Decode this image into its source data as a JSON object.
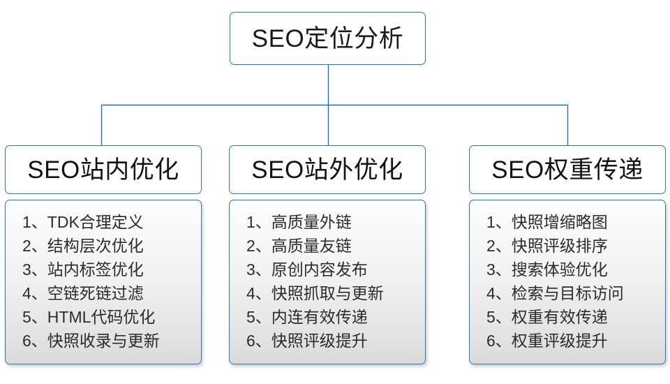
{
  "diagram": {
    "type": "org-tree",
    "root": {
      "title": "SEO定位分析"
    },
    "colors": {
      "border": "#2277c8",
      "connector": "#1f6fc0",
      "header_fill": "#ffffff",
      "body_fill_top": "#fdfdfd",
      "body_fill_bottom": "#dadada",
      "text": "#1a1a1a"
    },
    "branches": [
      {
        "header": "SEO站内优化",
        "items": [
          "1、TDK合理定义",
          "2、结构层次优化",
          "3、站内标签优化",
          "4、空链死链过滤",
          "5、HTML代码优化",
          "6、快照收录与更新"
        ]
      },
      {
        "header": "SEO站外优化",
        "items": [
          "1、高质量外链",
          "2、高质量友链",
          "3、原创内容发布",
          "4、快照抓取与更新",
          "5、内连有效传递",
          "6、快照评级提升"
        ]
      },
      {
        "header": "SEO权重传递",
        "items": [
          "1、快照增缩略图",
          "2、快照评级排序",
          "3、搜索体验优化",
          "4、检索与目标访问",
          "5、权重有效传递",
          "6、权重评级提升"
        ]
      }
    ]
  }
}
